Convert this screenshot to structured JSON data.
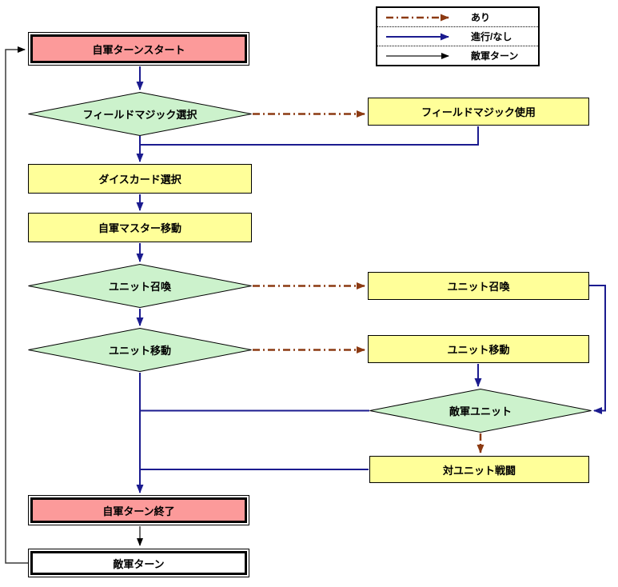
{
  "legend": {
    "items": [
      {
        "name": "exists",
        "label": "あり",
        "line_style": "dash-dot",
        "color": "#8c3a12"
      },
      {
        "name": "proceed-no",
        "label": "進行/なし",
        "line_style": "solid",
        "color": "#1b1b8f"
      },
      {
        "name": "enemy-turn",
        "label": "敵軍ターン",
        "line_style": "thin",
        "color": "#3c3c3c"
      }
    ]
  },
  "nodes": {
    "start": {
      "label": "自軍ターンスタート",
      "type": "terminator"
    },
    "decision_field_magic": {
      "label": "フィールドマジック選択",
      "type": "decision"
    },
    "field_magic_use": {
      "label": "フィールドマジック使用",
      "type": "process"
    },
    "dice_card_select": {
      "label": "ダイスカード選択",
      "type": "process"
    },
    "master_move": {
      "label": "自軍マスター移動",
      "type": "process"
    },
    "decision_unit_summon": {
      "label": "ユニット召喚",
      "type": "decision"
    },
    "unit_summon": {
      "label": "ユニット召喚",
      "type": "process"
    },
    "decision_unit_move": {
      "label": "ユニット移動",
      "type": "decision"
    },
    "unit_move": {
      "label": "ユニット移動",
      "type": "process"
    },
    "decision_enemy_unit": {
      "label": "敵軍ユニット",
      "type": "decision"
    },
    "unit_battle": {
      "label": "対ユニット戦闘",
      "type": "process"
    },
    "turn_end": {
      "label": "自軍ターン終了",
      "type": "terminator"
    },
    "enemy_turn": {
      "label": "敵軍ターン",
      "type": "terminator-white"
    }
  },
  "colors": {
    "terminator_fill": "#fc9a9a",
    "process_fill": "#ffff99",
    "decision_fill": "#ccf2cc",
    "flow_solid": "#1b1b8f",
    "flow_dashdot": "#8c3a12",
    "flow_thin": "#3c3c3c"
  }
}
